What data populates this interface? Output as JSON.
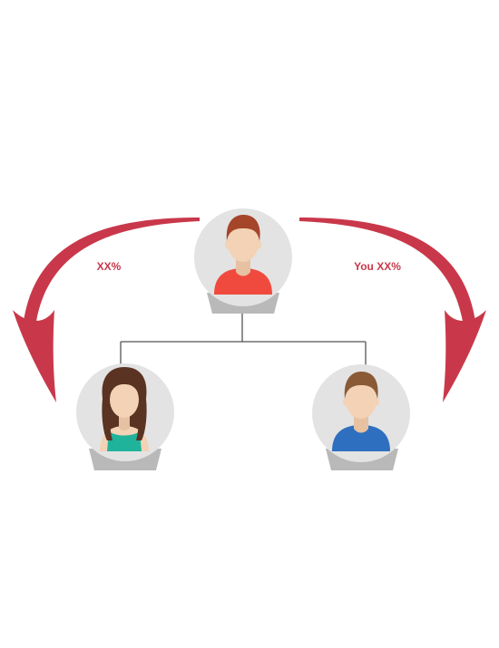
{
  "labels": {
    "left_arrow": "XX%",
    "right_arrow": "You XX%"
  },
  "colors": {
    "arrow": "#c9384a",
    "label": "#c9384a",
    "connector": "#555555",
    "avatar_bg": "#e3e3e3",
    "base_plate": "#b9b9b9",
    "base_plate_bottom": "#a6a6a6",
    "skin": "#f3d2b5",
    "top_shirt": "#f04a3e",
    "top_hair": "#a5452a",
    "left_shirt": "#1fb39b",
    "left_hair": "#5a3322",
    "right_shirt": "#2f6fc0",
    "right_hair": "#8a5a36"
  },
  "people": [
    {
      "role": "parent",
      "icon": "male-avatar-icon"
    },
    {
      "role": "child-left",
      "icon": "female-avatar-icon"
    },
    {
      "role": "child-right",
      "icon": "male-avatar-icon"
    }
  ]
}
